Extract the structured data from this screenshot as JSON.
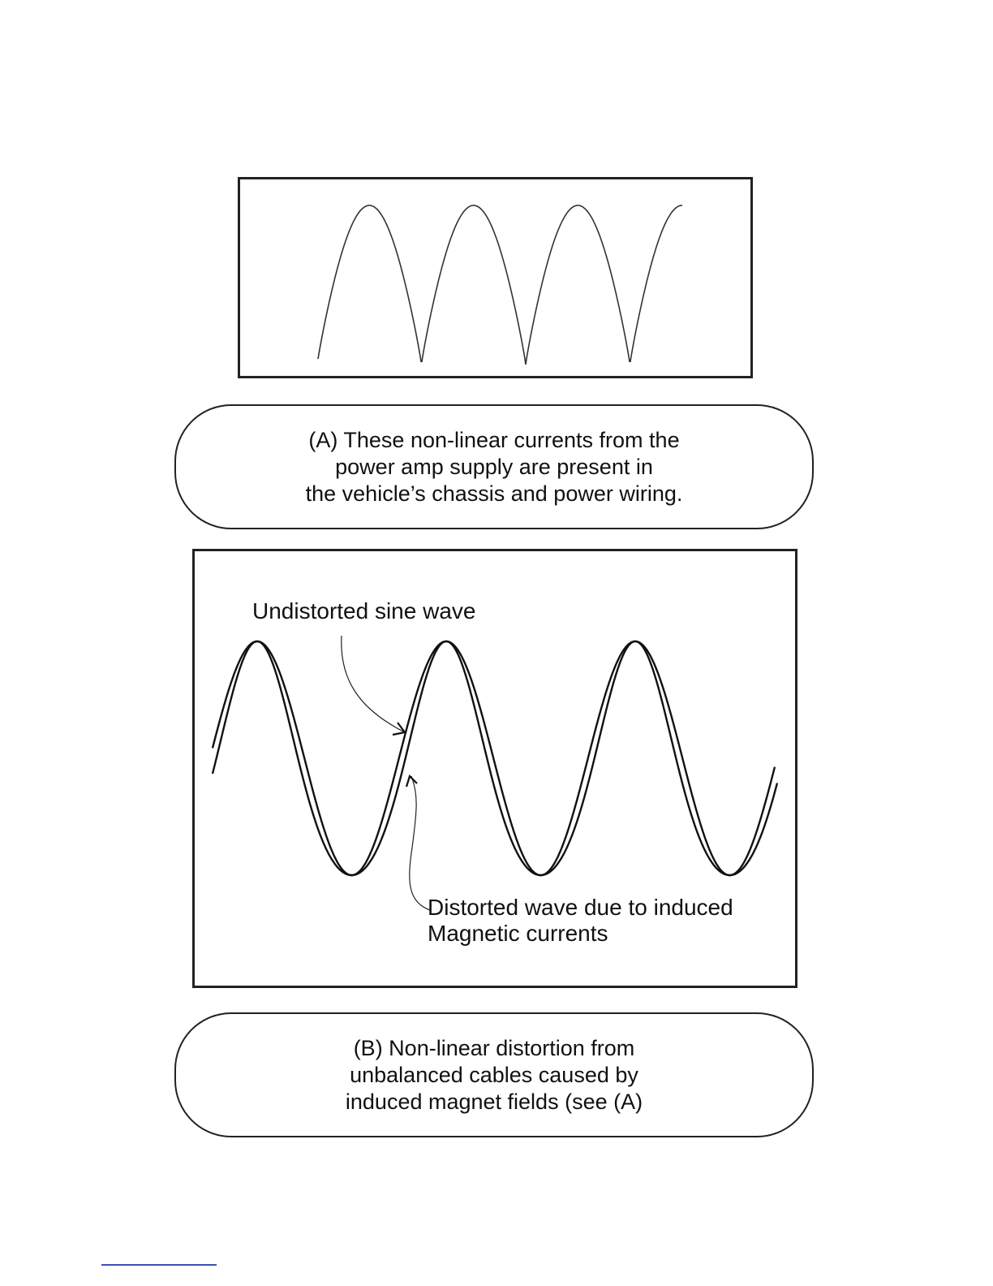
{
  "figure_a": {
    "caption_lines": [
      "(A) These non-linear currents from the",
      "power amp supply are present in",
      "the vehicle’s chassis and power wiring."
    ]
  },
  "figure_b": {
    "undistorted_label": "Undistorted sine wave",
    "distorted_label_lines": [
      "Distorted wave due to induced",
      "Magnetic currents"
    ],
    "caption_lines": [
      "(B) Non-linear distortion from",
      "unbalanced cables caused by",
      "induced magnet fields (see (A)"
    ]
  }
}
